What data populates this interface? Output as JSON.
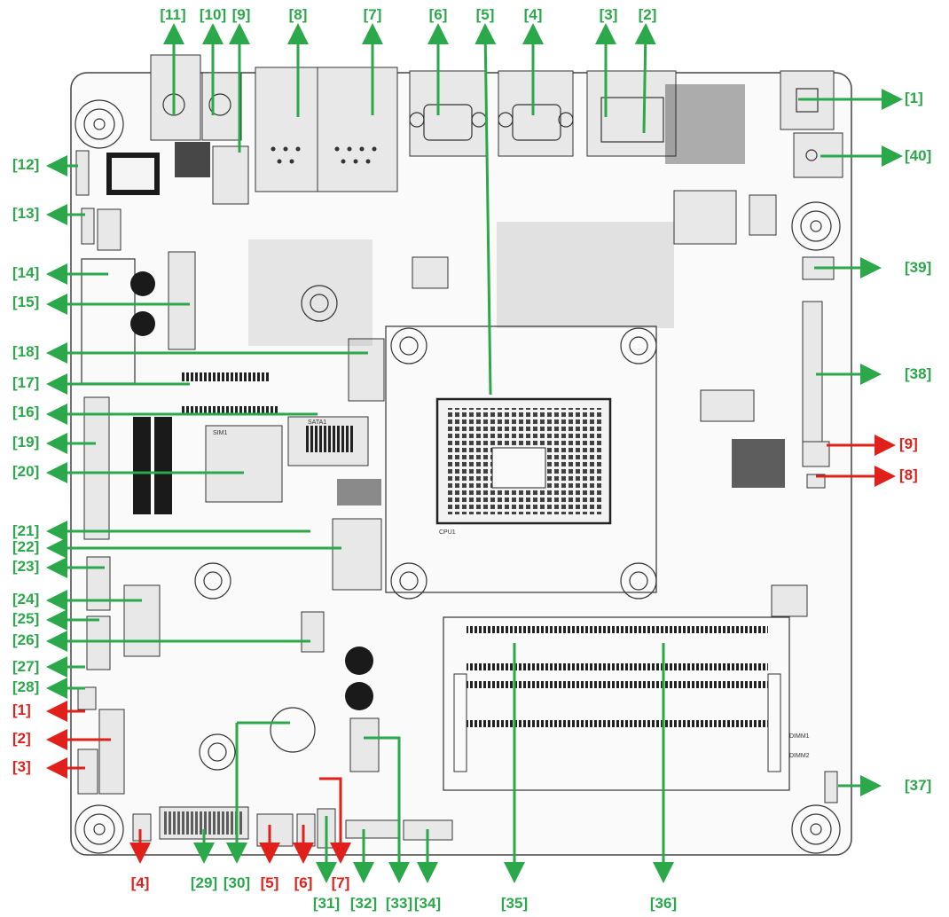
{
  "colors": {
    "green": "#2aa84a",
    "red": "#e0201b",
    "board": "#333333"
  },
  "labels": {
    "top": [
      "[11]",
      "[10]",
      "[9]",
      "[8]",
      "[7]",
      "[6]",
      "[5]",
      "[4]",
      "[3]",
      "[2]"
    ],
    "right_green": [
      "[1]",
      "[40]",
      "[39]",
      "[38]",
      "[37]"
    ],
    "right_red": [
      "[9]",
      "[8]"
    ],
    "left_green": [
      "[12]",
      "[13]",
      "[14]",
      "[15]",
      "[18]",
      "[17]",
      "[16]",
      "[19]",
      "[20]",
      "[21]",
      "[22]",
      "[23]",
      "[24]",
      "[25]",
      "[26]",
      "[27]",
      "[28]"
    ],
    "left_red": [
      "[1]",
      "[2]",
      "[3]"
    ],
    "bottom_red": [
      "[4]",
      "[5]",
      "[6]",
      "[7]"
    ],
    "bottom_green": [
      "[29]",
      "[30]",
      "[31]",
      "[32]",
      "[33]",
      "[34]",
      "[35]",
      "[36]"
    ]
  },
  "silkscreen": {
    "cpu": "CPU1",
    "sata": "SATA1",
    "sim": "SIM1",
    "dimm1": "DIMM1",
    "dimm2": "DIMM2"
  }
}
